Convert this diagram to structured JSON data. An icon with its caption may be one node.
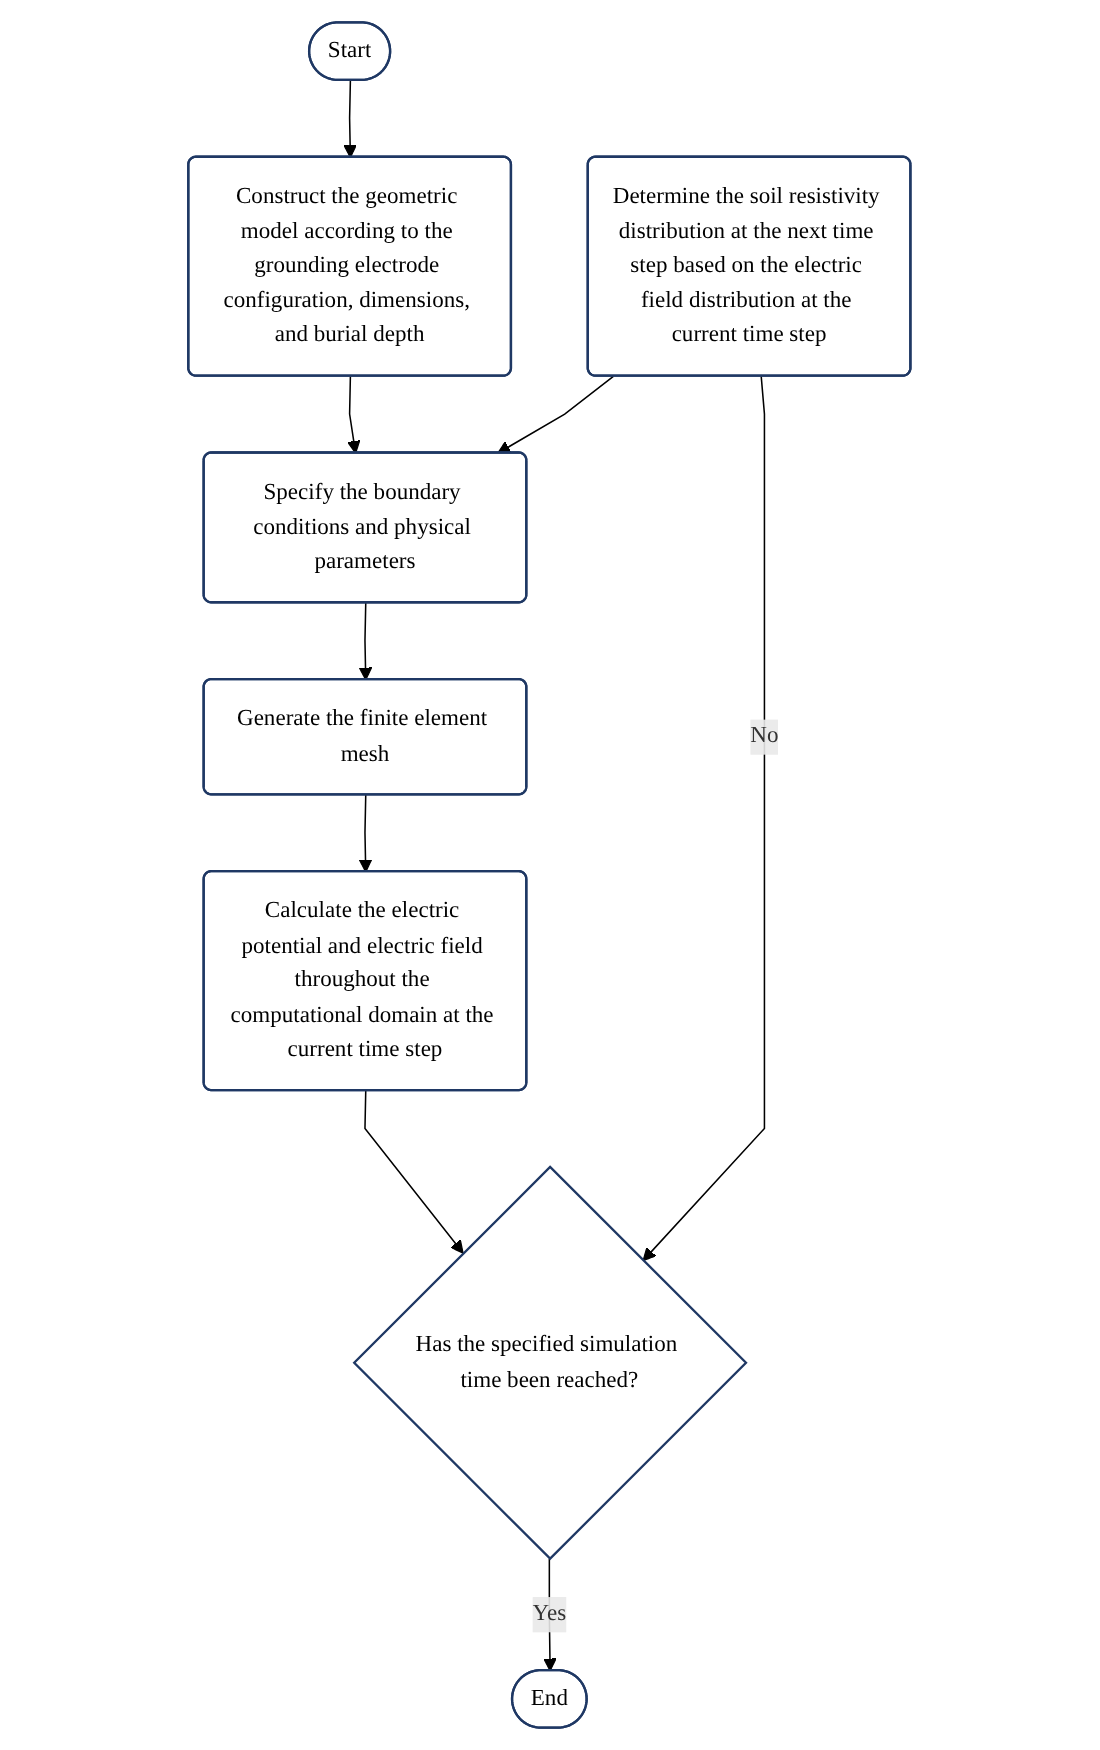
{
  "diagram": {
    "nodes": [
      {
        "text": [
          "Start"
        ]
      },
      {
        "text": [
          "Construct the geometric model according to the grounding electrode configuration, dimensions, and burial depth"
        ]
      },
      {
        "text": [
          "Specify the boundary conditions and physical parameters"
        ]
      },
      {
        "text": [
          "Determine the soil resistivity distribution at the next time step based on the electric field distribution at the current time step"
        ]
      },
      {
        "text": [
          "Generate the finite element mesh"
        ]
      },
      {
        "text": [
          "Calculate the electric potential and electric field throughout the computational domain at the current time step"
        ]
      },
      {
        "text": [
          "Has the specified simulation time been reached?"
        ]
      },
      {
        "text": [
          "End"
        ]
      }
    ],
    "edges": [
      {
        "from": 0,
        "to": 1,
        "arrow": "to"
      },
      {
        "from": 1,
        "to": 2,
        "arrow": "to"
      },
      {
        "from": 3,
        "to": 2,
        "arrow": "to"
      },
      {
        "from": 2,
        "to": 4,
        "arrow": "to"
      },
      {
        "from": 4,
        "to": 5,
        "arrow": "to"
      },
      {
        "from": 5,
        "to": 6,
        "arrow": "to"
      },
      {
        "from": 3,
        "to": 6,
        "label": "No",
        "arrow": "to"
      },
      {
        "from": 6,
        "to": 7,
        "label": "Yes",
        "arrow": "to"
      }
    ]
  }
}
